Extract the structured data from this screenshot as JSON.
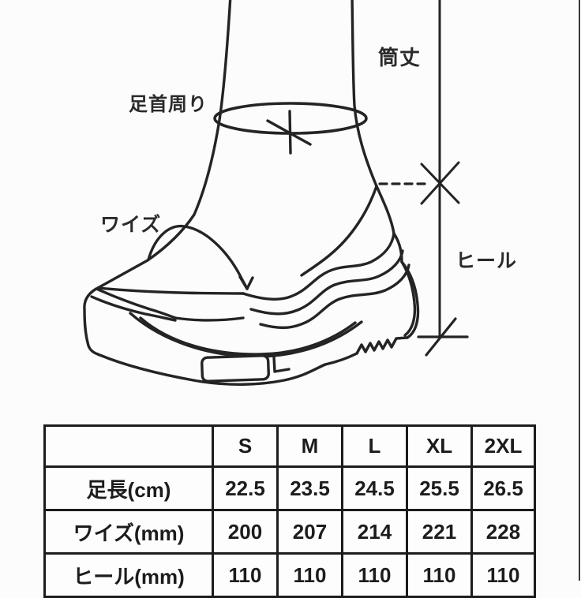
{
  "diagram": {
    "labels": {
      "shaft_height": "筒丈",
      "ankle_girth": "足首周り",
      "width": "ワイズ",
      "heel": "ヒール"
    },
    "colors": {
      "ink": "#242424",
      "background": "#fcfcfc",
      "table_border": "#1c1c1c"
    }
  },
  "size_table": {
    "columns": [
      "",
      "S",
      "M",
      "L",
      "XL",
      "2XL"
    ],
    "rows": [
      {
        "label": "足長(cm)",
        "values": [
          "22.5",
          "23.5",
          "24.5",
          "25.5",
          "26.5"
        ]
      },
      {
        "label": "ワイズ(mm)",
        "values": [
          "200",
          "207",
          "214",
          "221",
          "228"
        ]
      },
      {
        "label": "ヒール(mm)",
        "values": [
          "110",
          "110",
          "110",
          "110",
          "110"
        ]
      }
    ]
  }
}
